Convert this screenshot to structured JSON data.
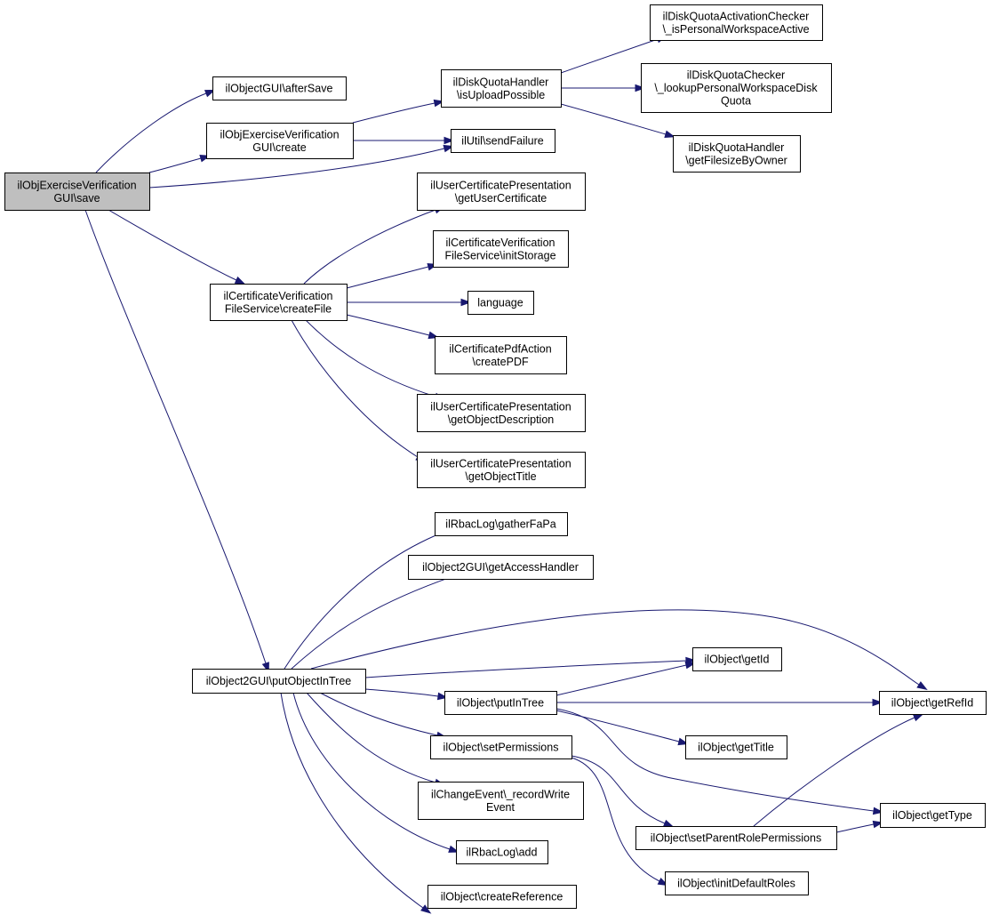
{
  "diagram": {
    "type": "call-graph",
    "node_fill": "#ffffff",
    "root_fill": "#bfbfbf",
    "edge_color": "#191970",
    "nodes": {
      "save": {
        "lines": [
          "ilObjExerciseVerification",
          "GUI\\save"
        ]
      },
      "afterSave": {
        "lines": [
          "ilObjectGUI\\afterSave"
        ]
      },
      "create": {
        "lines": [
          "ilObjExerciseVerification",
          "GUI\\create"
        ]
      },
      "isUploadPossible": {
        "lines": [
          "ilDiskQuotaHandler",
          "\\isUploadPossible"
        ]
      },
      "sendFailure": {
        "lines": [
          "ilUtil\\sendFailure"
        ]
      },
      "isPersonalWorkspaceActive": {
        "lines": [
          "ilDiskQuotaActivationChecker",
          "\\_isPersonalWorkspaceActive"
        ]
      },
      "lookupPersonalWorkspaceDiskQuota": {
        "lines": [
          "ilDiskQuotaChecker",
          "\\_lookupPersonalWorkspaceDisk",
          "Quota"
        ]
      },
      "getFilesizeByOwner": {
        "lines": [
          "ilDiskQuotaHandler",
          "\\getFilesizeByOwner"
        ]
      },
      "createFile": {
        "lines": [
          "ilCertificateVerification",
          "FileService\\createFile"
        ]
      },
      "getUserCertificate": {
        "lines": [
          "ilUserCertificatePresentation",
          "\\getUserCertificate"
        ]
      },
      "initStorage": {
        "lines": [
          "ilCertificateVerification",
          "FileService\\initStorage"
        ]
      },
      "language": {
        "lines": [
          "language"
        ]
      },
      "createPDF": {
        "lines": [
          "ilCertificatePdfAction",
          "\\createPDF"
        ]
      },
      "getObjectDescription": {
        "lines": [
          "ilUserCertificatePresentation",
          "\\getObjectDescription"
        ]
      },
      "getObjectTitle": {
        "lines": [
          "ilUserCertificatePresentation",
          "\\getObjectTitle"
        ]
      },
      "putObjectInTree": {
        "lines": [
          "ilObject2GUI\\putObjectInTree"
        ]
      },
      "gatherFaPa": {
        "lines": [
          "ilRbacLog\\gatherFaPa"
        ]
      },
      "getAccessHandler": {
        "lines": [
          "ilObject2GUI\\getAccessHandler"
        ]
      },
      "getId": {
        "lines": [
          "ilObject\\getId"
        ]
      },
      "putInTree": {
        "lines": [
          "ilObject\\putInTree"
        ]
      },
      "getRefId": {
        "lines": [
          "ilObject\\getRefId"
        ]
      },
      "setPermissions": {
        "lines": [
          "ilObject\\setPermissions"
        ]
      },
      "getTitle": {
        "lines": [
          "ilObject\\getTitle"
        ]
      },
      "recordWriteEvent": {
        "lines": [
          "ilChangeEvent\\_recordWrite",
          "Event"
        ]
      },
      "getType": {
        "lines": [
          "ilObject\\getType"
        ]
      },
      "setParentRolePermissions": {
        "lines": [
          "ilObject\\setParentRolePermissions"
        ]
      },
      "add": {
        "lines": [
          "ilRbacLog\\add"
        ]
      },
      "initDefaultRoles": {
        "lines": [
          "ilObject\\initDefaultRoles"
        ]
      },
      "createReference": {
        "lines": [
          "ilObject\\createReference"
        ]
      }
    },
    "edges": [
      [
        "save",
        "afterSave"
      ],
      [
        "save",
        "create"
      ],
      [
        "save",
        "sendFailure"
      ],
      [
        "save",
        "createFile"
      ],
      [
        "save",
        "putObjectInTree"
      ],
      [
        "create",
        "isUploadPossible"
      ],
      [
        "create",
        "sendFailure"
      ],
      [
        "isUploadPossible",
        "isPersonalWorkspaceActive"
      ],
      [
        "isUploadPossible",
        "lookupPersonalWorkspaceDiskQuota"
      ],
      [
        "isUploadPossible",
        "getFilesizeByOwner"
      ],
      [
        "createFile",
        "getUserCertificate"
      ],
      [
        "createFile",
        "initStorage"
      ],
      [
        "createFile",
        "language"
      ],
      [
        "createFile",
        "createPDF"
      ],
      [
        "createFile",
        "getObjectDescription"
      ],
      [
        "createFile",
        "getObjectTitle"
      ],
      [
        "putObjectInTree",
        "gatherFaPa"
      ],
      [
        "putObjectInTree",
        "getAccessHandler"
      ],
      [
        "putObjectInTree",
        "getRefId"
      ],
      [
        "putObjectInTree",
        "getId"
      ],
      [
        "putObjectInTree",
        "putInTree"
      ],
      [
        "putObjectInTree",
        "setPermissions"
      ],
      [
        "putObjectInTree",
        "recordWriteEvent"
      ],
      [
        "putObjectInTree",
        "add"
      ],
      [
        "putObjectInTree",
        "createReference"
      ],
      [
        "putInTree",
        "getId"
      ],
      [
        "putInTree",
        "getRefId"
      ],
      [
        "putInTree",
        "getTitle"
      ],
      [
        "putInTree",
        "getType"
      ],
      [
        "setPermissions",
        "setParentRolePermissions"
      ],
      [
        "setPermissions",
        "initDefaultRoles"
      ],
      [
        "setParentRolePermissions",
        "getType"
      ],
      [
        "setParentRolePermissions",
        "getRefId"
      ]
    ]
  }
}
